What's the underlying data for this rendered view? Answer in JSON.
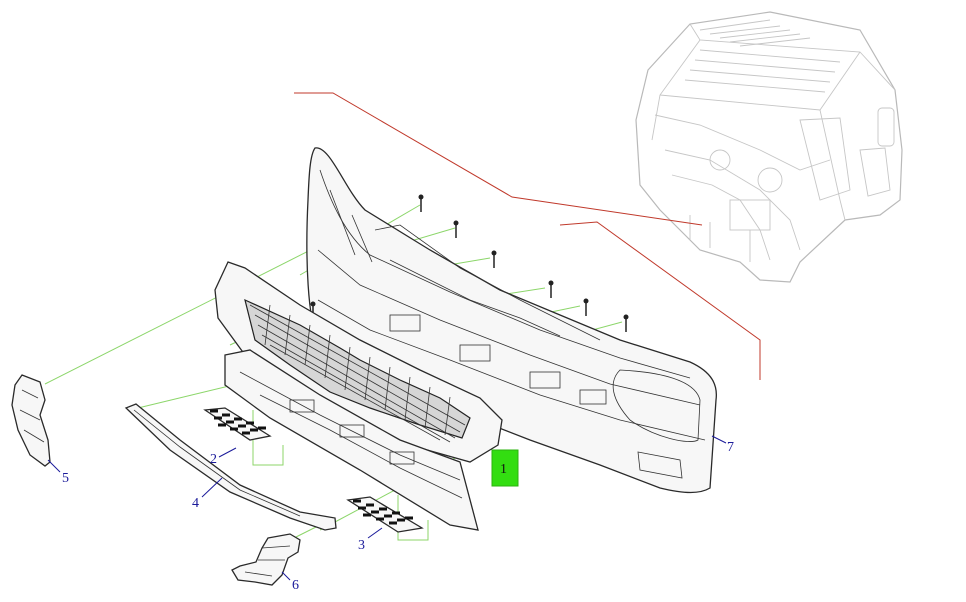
{
  "diagram": {
    "callouts": [
      {
        "id": "1",
        "label": "1"
      },
      {
        "id": "2",
        "label": "2"
      },
      {
        "id": "3",
        "label": "3"
      },
      {
        "id": "4",
        "label": "4"
      },
      {
        "id": "5",
        "label": "5"
      },
      {
        "id": "6",
        "label": "6"
      },
      {
        "id": "7",
        "label": "7"
      }
    ],
    "colors": {
      "callout_text": "#1a1a9a",
      "assembly_lines": "#8cd66a",
      "location_lines": "#c0392b",
      "highlight": "#33dd11",
      "cab_outline": "#b9b9b9"
    }
  }
}
